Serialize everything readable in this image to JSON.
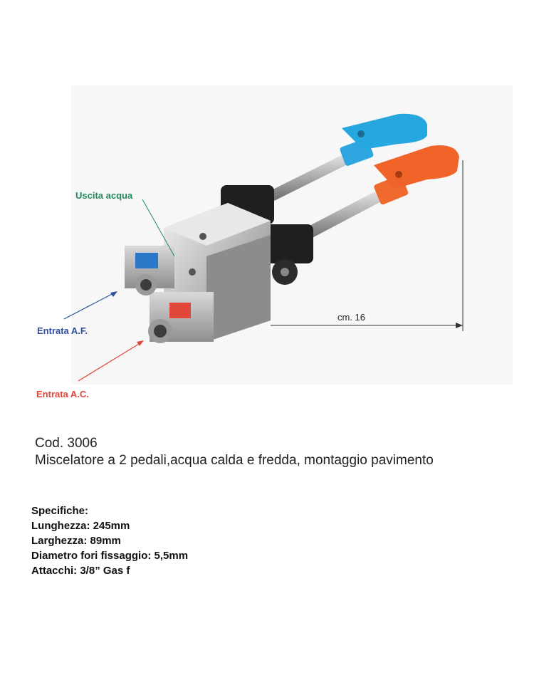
{
  "colors": {
    "cold_label": "#2f4e9c",
    "hot_label": "#e0463a",
    "outlet_label": "#1f8a5a",
    "blue_pedal": "#27a7e0",
    "orange_pedal": "#f0642a"
  },
  "image_labels": {
    "outlet": "Uscita acqua",
    "cold_inlet": "Entrata A.F.",
    "hot_inlet": "Entrata A.C.",
    "dimension": "cm. 16"
  },
  "product": {
    "code": "Cod. 3006",
    "description": "Miscelatore a 2 pedali,acqua calda e fredda, montaggio pavimento"
  },
  "specs": {
    "heading": "Specifiche:",
    "length": "Lunghezza: 245mm",
    "width": "Larghezza: 89mm",
    "holes": "Diametro fori fissaggio: 5,5mm",
    "fittings": "Attacchi: 3/8” Gas f"
  }
}
